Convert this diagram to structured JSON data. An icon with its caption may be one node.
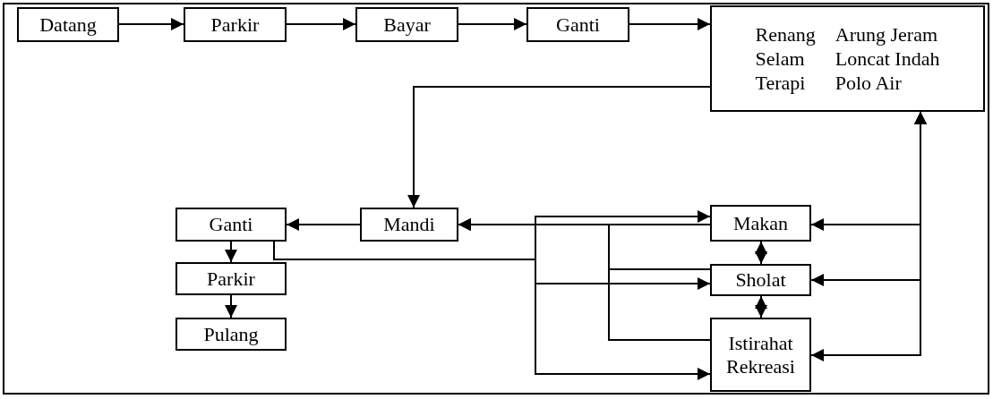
{
  "diagram": {
    "nodes": [
      {
        "text": [
          "Datang"
        ]
      },
      {
        "text": [
          "Parkir"
        ]
      },
      {
        "text": [
          "Bayar"
        ]
      },
      {
        "text": [
          "Ganti"
        ]
      },
      {
        "text": [
          "Renang",
          "Arung Jeram",
          "Selam",
          "Loncat Indah",
          "Terapi",
          "Polo Air"
        ]
      },
      {
        "text": [
          "Ganti"
        ]
      },
      {
        "text": [
          "Mandi"
        ]
      },
      {
        "text": [
          "Makan"
        ]
      },
      {
        "text": [
          "Parkir"
        ]
      },
      {
        "text": [
          "Sholat"
        ]
      },
      {
        "text": [
          "Pulang"
        ]
      },
      {
        "text": [
          "Istirahat Rekreasi"
        ]
      }
    ],
    "edges": [
      {
        "from": 0,
        "to": 1,
        "arrow": "to"
      },
      {
        "from": 1,
        "to": 2,
        "arrow": "to"
      },
      {
        "from": 2,
        "to": 3,
        "arrow": "to"
      },
      {
        "from": 3,
        "to": 4,
        "arrow": "to"
      },
      {
        "from": 4,
        "to": 6,
        "arrow": "to"
      },
      {
        "from": 6,
        "to": 5,
        "arrow": "to"
      },
      {
        "from": 5,
        "to": 8,
        "arrow": "to"
      },
      {
        "from": 8,
        "to": 10,
        "arrow": "to"
      },
      {
        "from": 7,
        "to": 6,
        "arrow": "to"
      },
      {
        "from": 9,
        "to": 6,
        "arrow": "to"
      },
      {
        "from": 11,
        "to": 6,
        "arrow": "to"
      },
      {
        "from": 5,
        "to": 7,
        "arrow": "to"
      },
      {
        "from": 5,
        "to": 9,
        "arrow": "to"
      },
      {
        "from": 5,
        "to": 11,
        "arrow": "to"
      },
      {
        "from": 4,
        "to": 7,
        "arrow": "both"
      },
      {
        "from": 4,
        "to": 9,
        "arrow": "both"
      },
      {
        "from": 4,
        "to": 11,
        "arrow": "both"
      },
      {
        "from": 7,
        "to": 9,
        "arrow": "both"
      },
      {
        "from": 9,
        "to": 11,
        "arrow": "both"
      }
    ]
  }
}
